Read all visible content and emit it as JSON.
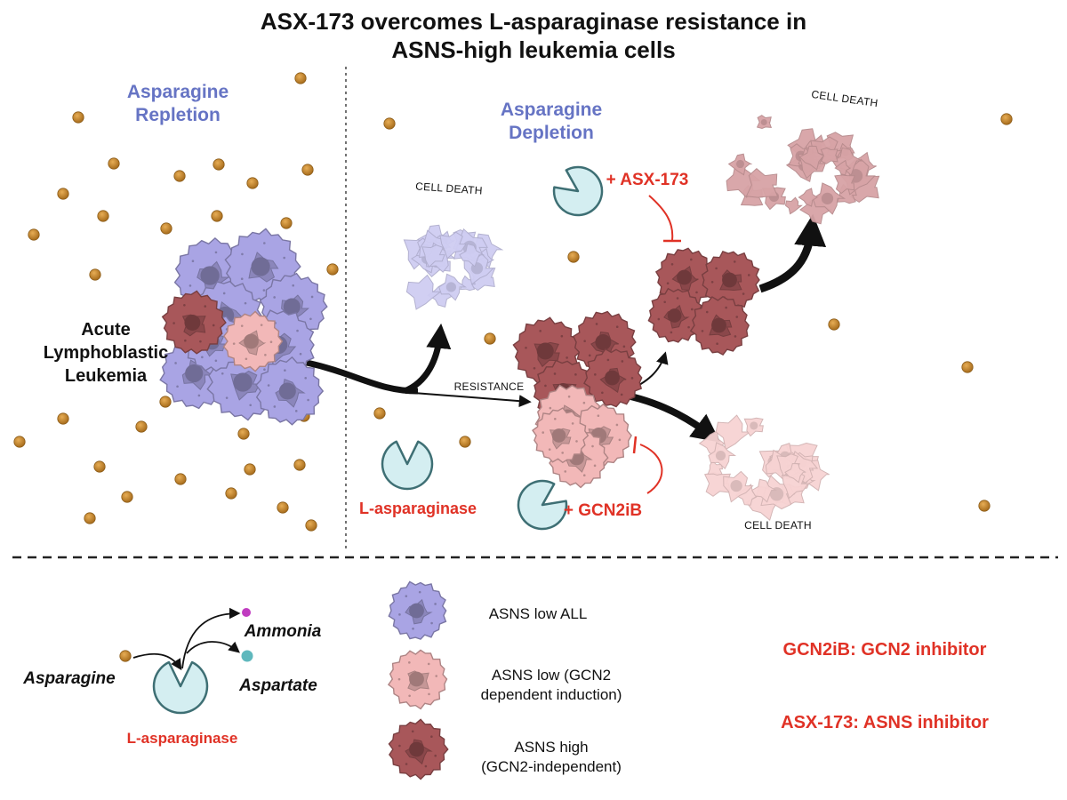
{
  "title": {
    "line1": "ASX-173 overcomes L-asparaginase resistance in",
    "line2": "ASNS-high leukemia cells"
  },
  "left_panel": {
    "heading_line1": "Asparagine",
    "heading_line2": "Repletion",
    "cell_label_line1": "Acute",
    "cell_label_line2": "Lymphoblastic",
    "cell_label_line3": "Leukemia"
  },
  "right_panel": {
    "heading_line1": "Asparagine",
    "heading_line2": "Depletion",
    "cell_death_top_left": "CELL DEATH",
    "cell_death_top_right": "CELL DEATH",
    "cell_death_bottom": "CELL DEATH",
    "resistance_label": "RESISTANCE",
    "drug_asx": "+ ASX-173",
    "drug_gcn2": "+ GCN2iB",
    "drug_lasp": "L-asparaginase"
  },
  "legend": {
    "reaction_substrate": "Asparagine",
    "reaction_product1": "Ammonia",
    "reaction_product2": "Aspartate",
    "reaction_enzyme": "L-asparaginase",
    "cell_low": "ASNS low ALL",
    "cell_pink_line1": "ASNS low (GCN2",
    "cell_pink_line2": "dependent induction)",
    "cell_high_line1": "ASNS high",
    "cell_high_line2": "(GCN2-independent)",
    "def_gcn2": "GCN2iB: GCN2 inhibitor",
    "def_asx": "ASX-173: ASNS inhibitor"
  },
  "colors": {
    "asparagine_dot": "#c98a2c",
    "asns_low": "#a9a4e4",
    "asns_pink": "#f2b8b8",
    "asns_high": "#a8575a",
    "dead_lilac": "#cfcdf2",
    "dead_rose": "#d7a3a6",
    "dead_pink": "#f7d3d3",
    "enzyme": "#d4eef1",
    "accent_red": "#e03226",
    "heading_blue": "#6674c4"
  }
}
